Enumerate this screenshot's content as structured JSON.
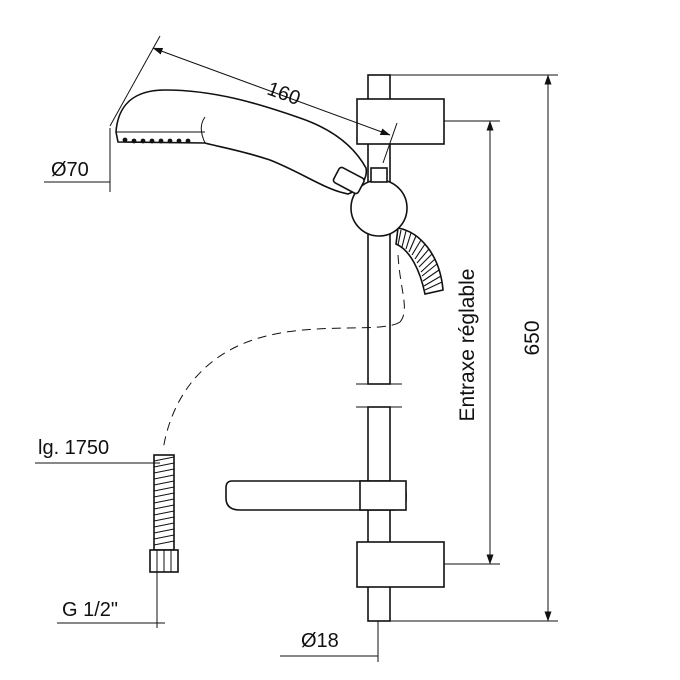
{
  "labels": {
    "head_length": "160",
    "head_diameter": "Ø70",
    "adjustable_spacing": "Entraxe réglable",
    "total_height": "650",
    "hose_length": "lg. 1750",
    "thread": "G 1/2\"",
    "bar_diameter": "Ø18"
  }
}
